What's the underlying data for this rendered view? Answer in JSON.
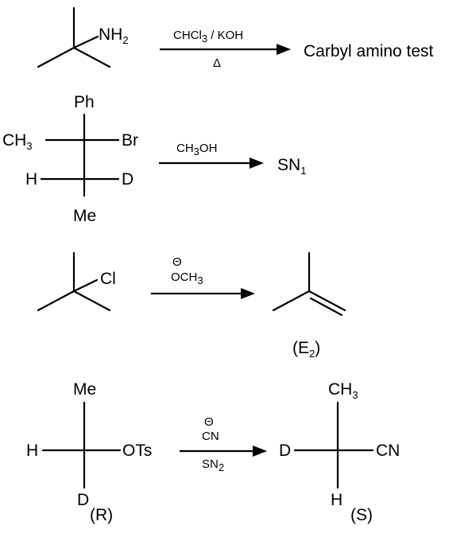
{
  "reaction1": {
    "group": "NH",
    "group_sub": "2",
    "reagent": "CHCl",
    "reagent_sub": "3",
    "reagent_rest": " / KOH",
    "condition": "Δ",
    "product": "Carbyl amino test"
  },
  "reaction2": {
    "top": "Ph",
    "left": "CH",
    "left_sub": "3",
    "right": "Br",
    "bottom_left": "H",
    "bottom_right": "D",
    "bottom": "Me",
    "reagent": "CH",
    "reagent_sub": "3",
    "reagent_rest": "OH",
    "product": "SN",
    "product_sub": "1"
  },
  "reaction3": {
    "group": "Cl",
    "charge": "Θ",
    "reagent": "OCH",
    "reagent_sub": "3",
    "label": "(E",
    "label_sub": "2",
    "label_close": ")"
  },
  "reaction4": {
    "top": "Me",
    "left": "H",
    "right": "OTs",
    "bottom": "D",
    "config": "(R)",
    "charge": "Θ",
    "reagent": "CN",
    "condition": "SN",
    "condition_sub": "2",
    "p_top": "CH",
    "p_top_sub": "3",
    "p_left": "D",
    "p_right": "CN",
    "p_bottom": "H",
    "p_config": "(S)"
  }
}
